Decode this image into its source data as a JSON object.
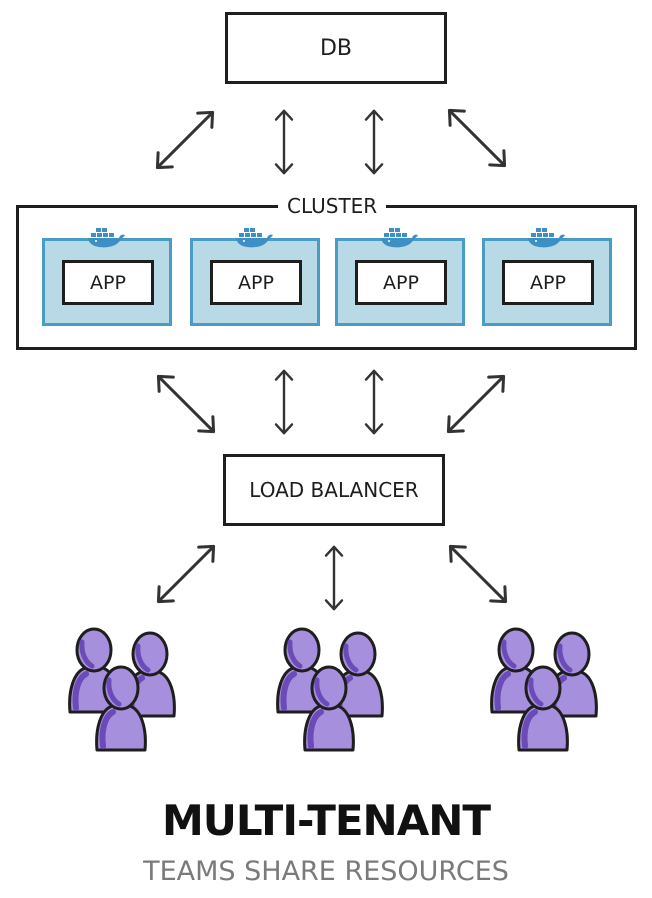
{
  "nodes": {
    "db": "DB",
    "cluster": "CLUSTER",
    "load_balancer": "LOAD BALANCER",
    "apps": [
      "APP",
      "APP",
      "APP",
      "APP"
    ]
  },
  "app_icon": "docker-whale-icon",
  "tenant_groups": 3,
  "colors": {
    "app_card_fill": "#b8d9e6",
    "app_card_border": "#4a9cc2",
    "docker_blue": "#3d8fc4",
    "user_purple": "#a68fdc",
    "outline": "#1e1e1e"
  },
  "title": "MULTI-TENANT",
  "subtitle": "TEAMS SHARE RESOURCES"
}
